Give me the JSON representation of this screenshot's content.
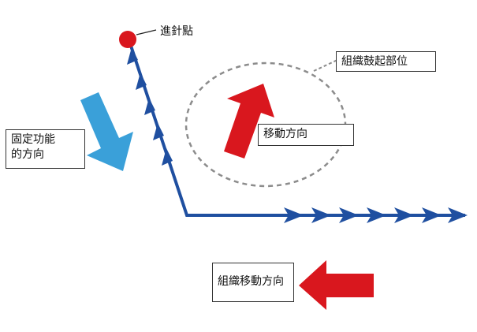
{
  "labels": {
    "needle_point": "進針點",
    "bulge": "組織鼓起部位",
    "move_direction": "移動方向",
    "fix_function_line1": "固定功能",
    "fix_function_line2": "的方向",
    "tissue_move_line1": "組織移動方向"
  },
  "colors": {
    "blue_arrow": "#3aa0d9",
    "red_arrow": "#d9171e",
    "path_blue": "#1f4fa0",
    "needle_dot": "#d9171e",
    "dashed": "#8c8c8c"
  }
}
